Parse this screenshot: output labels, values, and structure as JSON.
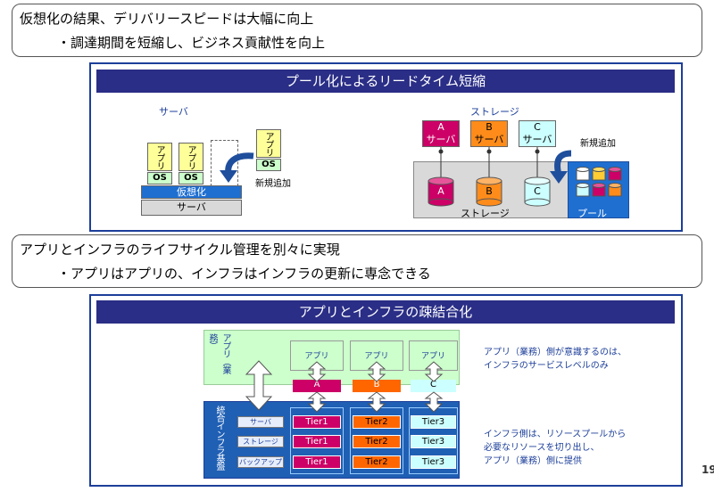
{
  "callout1": {
    "line1": "仮想化の結果、デリバリースピードは大幅に向上",
    "line2": "・調達期間を短縮し、ビジネス貢献性を向上"
  },
  "panel1": {
    "title": "プール化によるリードタイム短縮",
    "server": {
      "label": "サーバ",
      "app": "アプリ",
      "os": "OS",
      "virtualization": "仮想化",
      "base": "サーバ",
      "new_add": "新規追加"
    },
    "storage": {
      "label": "ストレージ",
      "servers": [
        {
          "letter": "A",
          "name": "サーバ",
          "color": "#cc0066"
        },
        {
          "letter": "B",
          "name": "サーバ",
          "color": "#ff8c1a"
        },
        {
          "letter": "C",
          "name": "サーバ",
          "color": "#ccffff"
        }
      ],
      "disks": [
        "A",
        "B",
        "C"
      ],
      "storage_box": "ストレージ",
      "pool": "プール",
      "new_add": "新規追加"
    }
  },
  "callout2": {
    "line1": "アプリとインフラのライフサイクル管理を別々に実現",
    "line2": "・アプリはアプリの、インフラはインフラの更新に専念できる"
  },
  "panel2": {
    "title": "アプリとインフラの疎結合化",
    "app_layer_label": "アプリ（業務）",
    "apps": [
      "アプリ",
      "アプリ",
      "アプリ"
    ],
    "app_tags": [
      {
        "label": "A",
        "color": "#cc0066"
      },
      {
        "label": "B",
        "color": "#ff6600"
      },
      {
        "label": "C",
        "color": "#ccffff"
      }
    ],
    "infra_label": "統合インフラ基盤",
    "rows": [
      {
        "name": "サーバ",
        "tiers": [
          "Tier1",
          "Tier2",
          "Tier3"
        ]
      },
      {
        "name": "ストレージ",
        "tiers": [
          "Tier1",
          "Tier2",
          "Tier3"
        ]
      },
      {
        "name": "バックアップ",
        "tiers": [
          "Tier1",
          "Tier2",
          "Tier3"
        ]
      }
    ],
    "note1": [
      "アプリ（業務）側が意識するのは、",
      "インフラのサービスレベルのみ"
    ],
    "note2": [
      "インフラ側は、リソースプールから",
      "必要なリソースを切り出し、",
      "アプリ（業務）側に提供"
    ]
  },
  "page_number": "19"
}
